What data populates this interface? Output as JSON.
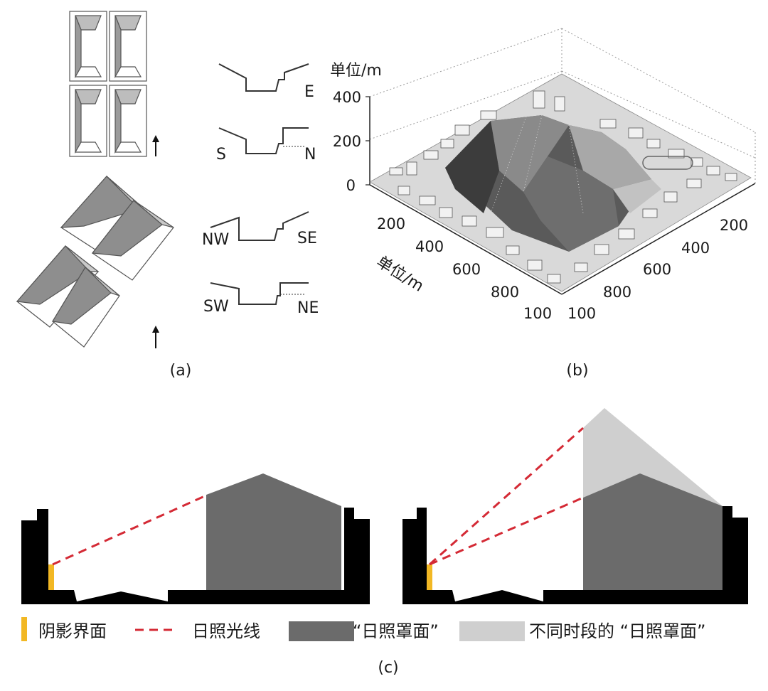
{
  "panel_a": {
    "caption": "(a)",
    "sections": [
      {
        "left": "",
        "right": "E"
      },
      {
        "left": "S",
        "right": "N"
      },
      {
        "left": "NW",
        "right": "SE"
      },
      {
        "left": "SW",
        "right": "NE"
      }
    ]
  },
  "panel_b": {
    "caption": "(b)",
    "z_unit": "单位/m",
    "z_ticks": [
      "400",
      "200",
      "0"
    ],
    "x_unit": "单位/m",
    "x_ticks": [
      "200",
      "400",
      "600",
      "800",
      "100"
    ],
    "y_ticks": [
      "200",
      "400",
      "600",
      "800",
      "100"
    ]
  },
  "panel_c": {
    "caption": "(c)",
    "legend": [
      {
        "label": "阴影界面",
        "color": "#f2b824"
      },
      {
        "label": "日照光线",
        "color": "#d42a35"
      },
      {
        "label": "“日照罩面”",
        "color": "#6b6b6b"
      },
      {
        "label": "不同时段的 “日照罩面”",
        "color": "#cfcfcf"
      }
    ]
  }
}
